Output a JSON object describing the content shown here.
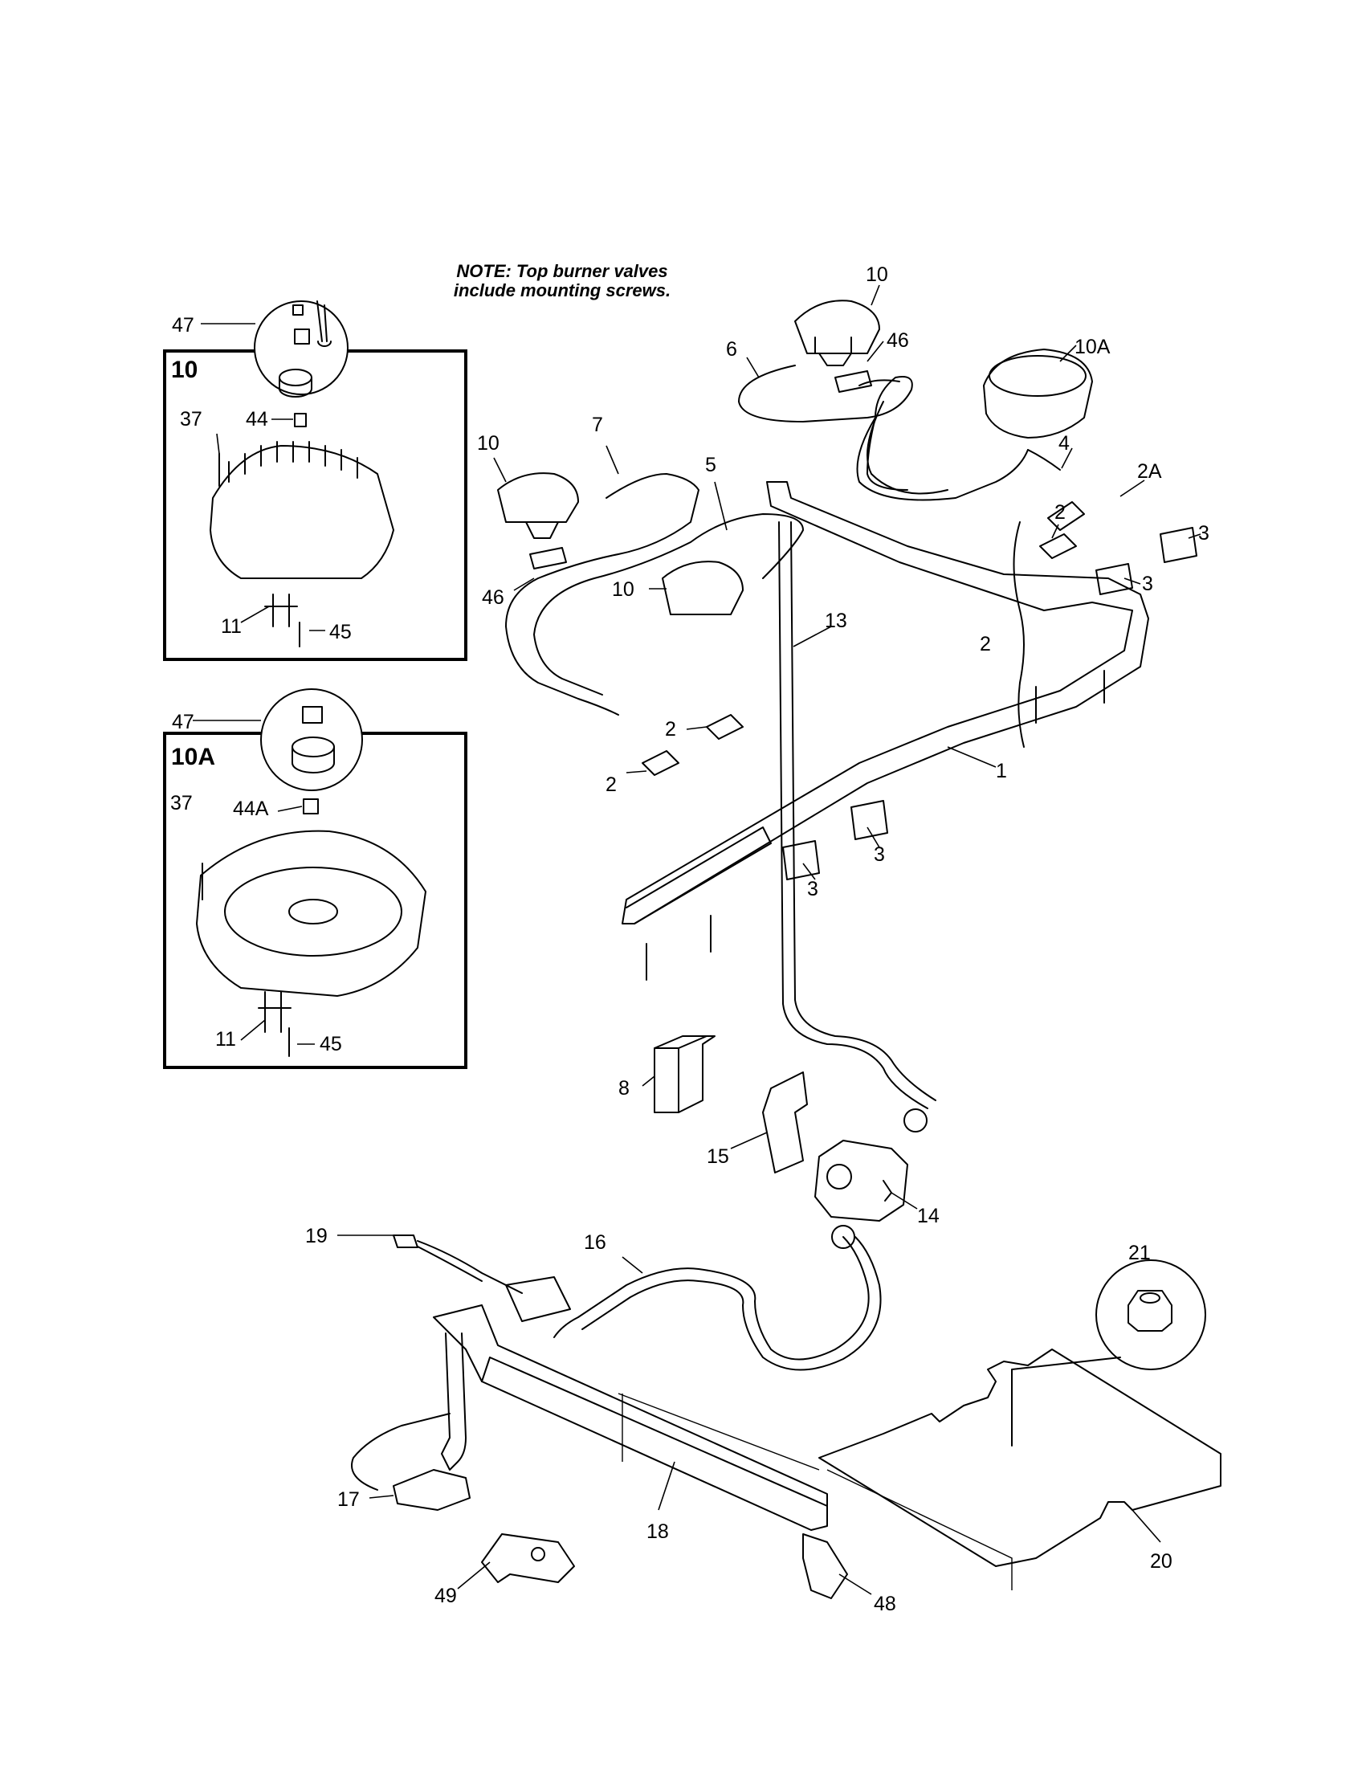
{
  "note": {
    "line1": "NOTE: Top burner valves",
    "line2": "include mounting screws."
  },
  "insets": [
    {
      "title": "10"
    },
    {
      "title": "10A"
    }
  ],
  "callouts": {
    "c47a": "47",
    "c37a": "37",
    "c44": "44",
    "c11a": "11",
    "c45a": "45",
    "c47b": "47",
    "c37b": "37",
    "c44A": "44A",
    "c11b": "11",
    "c45b": "45",
    "c10top": "10",
    "c6": "6",
    "c46top": "46",
    "c10A": "10A",
    "c4": "4",
    "c2A": "2A",
    "c3a": "3",
    "c3b": "3",
    "c2a": "2",
    "c2side": "2",
    "c7": "7",
    "c10left": "10",
    "c5": "5",
    "c46left": "46",
    "c10mid": "10",
    "c13": "13",
    "c2b": "2",
    "c2c": "2",
    "c1": "1",
    "c3c": "3",
    "c3d": "3",
    "c8": "8",
    "c15": "15",
    "c14": "14",
    "c19": "19",
    "c16": "16",
    "c21": "21",
    "c17": "17",
    "c18": "18",
    "c20": "20",
    "c49": "49",
    "c48": "48"
  }
}
